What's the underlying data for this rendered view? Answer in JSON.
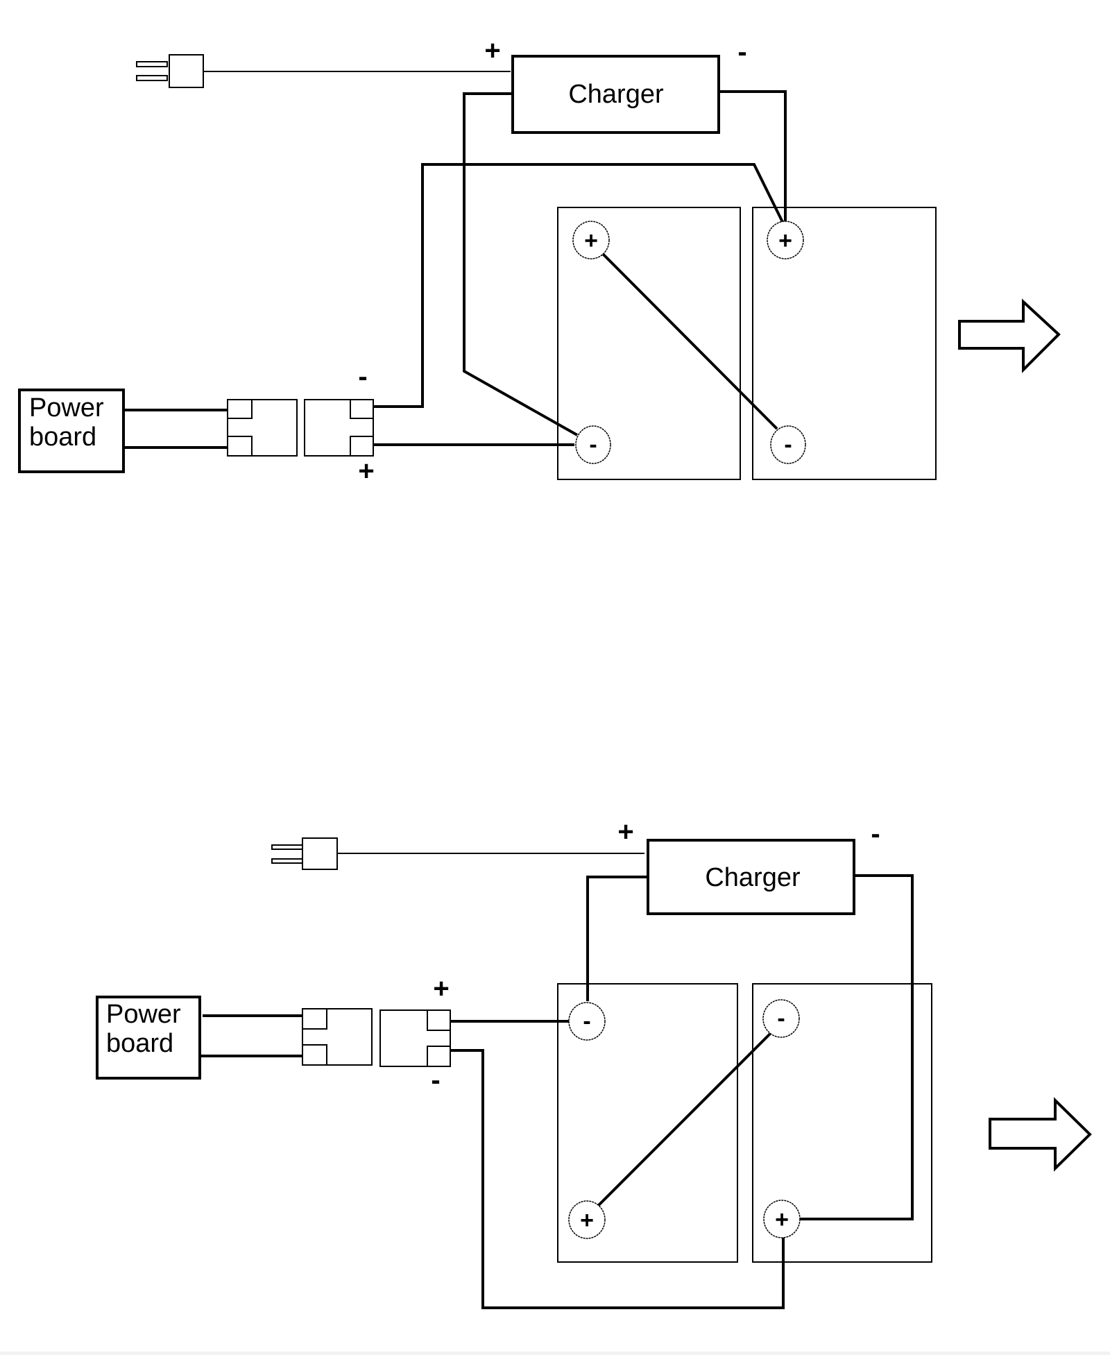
{
  "diagrams": [
    {
      "id": "top",
      "charger_label": "Charger",
      "power_board_label_line1": "Power",
      "power_board_label_line2": "board",
      "charger_plus_sign": "+",
      "charger_minus_sign": "-",
      "connector_top_sign": "-",
      "connector_bottom_sign": "+",
      "battery_left": {
        "top_terminal": "+",
        "bottom_terminal": "-"
      },
      "battery_right": {
        "top_terminal": "+",
        "bottom_terminal": "-"
      },
      "arrow": "right-arrow-icon"
    },
    {
      "id": "bottom",
      "charger_label": "Charger",
      "power_board_label_line1": "Power",
      "power_board_label_line2": "board",
      "charger_plus_sign": "+",
      "charger_minus_sign": "-",
      "connector_top_sign": "+",
      "connector_bottom_sign": "-",
      "battery_left": {
        "top_terminal": "-",
        "bottom_terminal": "+"
      },
      "battery_right": {
        "top_terminal": "-",
        "bottom_terminal": "+"
      },
      "arrow": "right-arrow-icon"
    }
  ],
  "colors": {
    "line": "#000000",
    "background": "#ffffff"
  }
}
